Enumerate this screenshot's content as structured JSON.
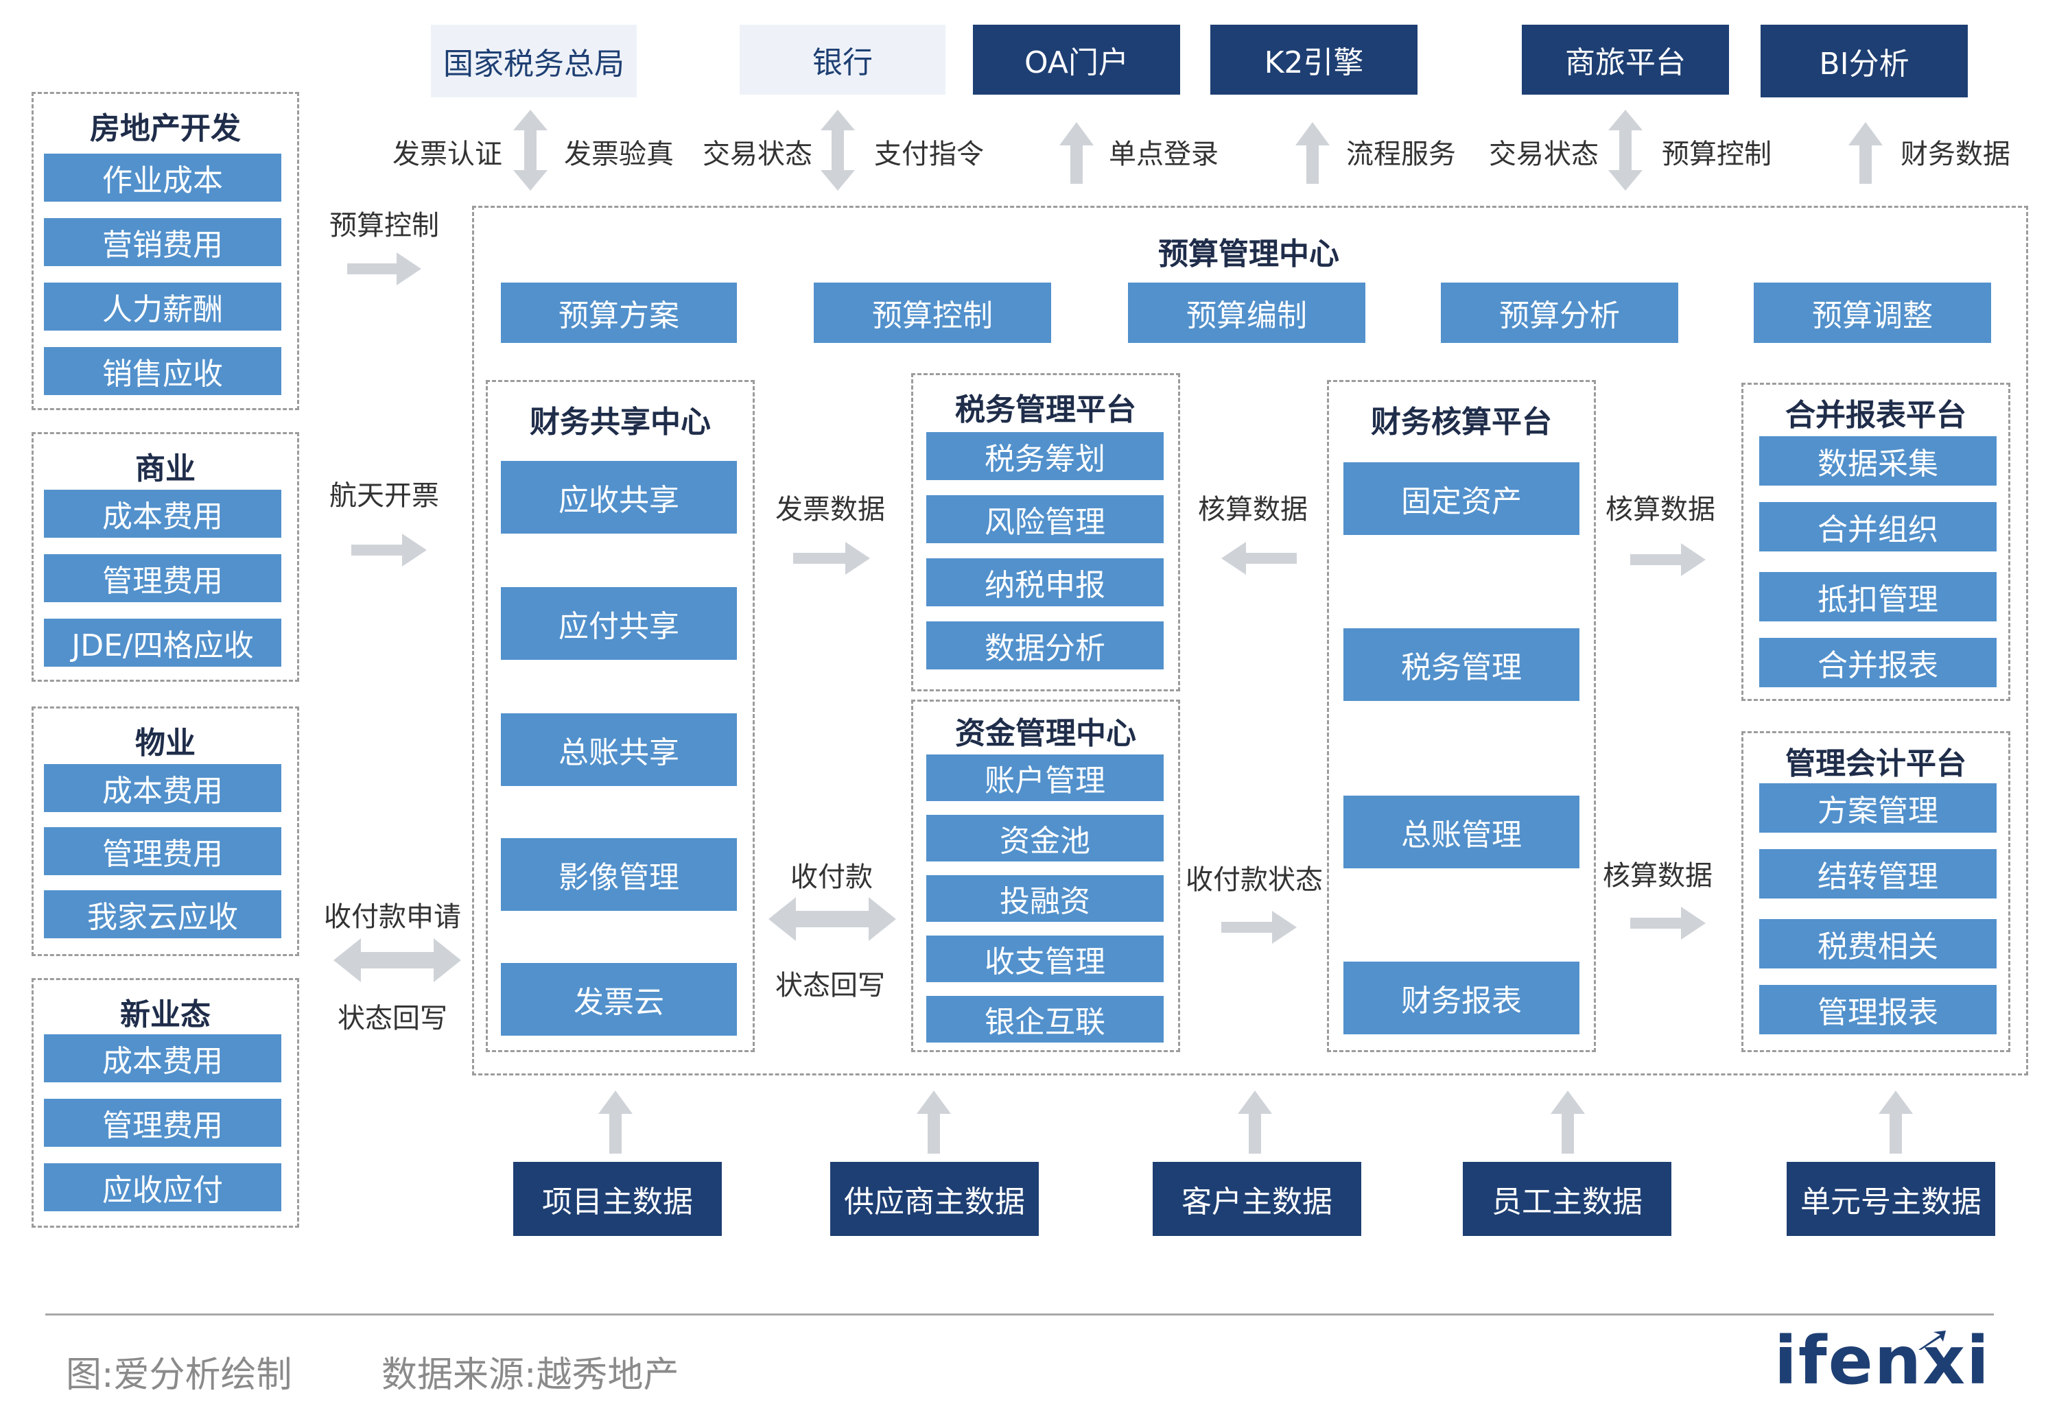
{
  "external": [
    "国家税务总局",
    "银行",
    "OA门户",
    "K2引擎",
    "商旅平台",
    "BI分析"
  ],
  "top_labels": [
    "发票认证",
    "发票验真",
    "交易状态",
    "支付指令",
    "单点登录",
    "流程服务",
    "交易状态",
    "预算控制",
    "财务数据"
  ],
  "left_groups": [
    {
      "title": "房地产开发",
      "items": [
        "作业成本",
        "营销费用",
        "人力薪酬",
        "销售应收"
      ]
    },
    {
      "title": "商业",
      "items": [
        "成本费用",
        "管理费用",
        "JDE/四格应收"
      ]
    },
    {
      "title": "物业",
      "items": [
        "成本费用",
        "管理费用",
        "我家云应收"
      ]
    },
    {
      "title": "新业态",
      "items": [
        "成本费用",
        "管理费用",
        "应收应付"
      ]
    }
  ],
  "left_labels": [
    "预算控制",
    "航天开票",
    "收付款申请",
    "状态回写"
  ],
  "budget_center": {
    "title": "预算管理中心",
    "items": [
      "预算方案",
      "预算控制",
      "预算编制",
      "预算分析",
      "预算调整"
    ]
  },
  "shared_center": {
    "title": "财务共享中心",
    "items": [
      "应收共享",
      "应付共享",
      "总账共享",
      "影像管理",
      "发票云"
    ]
  },
  "tax_platform": {
    "title": "税务管理平台",
    "items": [
      "税务筹划",
      "风险管理",
      "纳税申报",
      "数据分析"
    ]
  },
  "fund_center": {
    "title": "资金管理中心",
    "items": [
      "账户管理",
      "资金池",
      "投融资",
      "收支管理",
      "银企互联"
    ]
  },
  "accounting_platform": {
    "title": "财务核算平台",
    "items": [
      "固定资产",
      "税务管理",
      "总账管理",
      "财务报表"
    ]
  },
  "consolidation_platform": {
    "title": "合并报表平台",
    "items": [
      "数据采集",
      "合并组织",
      "抵扣管理",
      "合并报表"
    ]
  },
  "mgmt_accounting_platform": {
    "title": "管理会计平台",
    "items": [
      "方案管理",
      "结转管理",
      "税费相关",
      "管理报表"
    ]
  },
  "mid_labels": [
    "发票数据",
    "核算数据",
    "核算数据",
    "收付款",
    "状态回写",
    "收付款状态",
    "核算数据"
  ],
  "master_data": [
    "项目主数据",
    "供应商主数据",
    "客户主数据",
    "员工主数据",
    "单元号主数据"
  ],
  "footer": {
    "source_left": "图:爱分析绘制",
    "source_right": "数据来源:越秀地产",
    "logo": "ifenxi"
  },
  "colors": {
    "light_box": "#5291cc",
    "dark_box": "#1e3f73",
    "pale_box": "#eef2f8",
    "arrow": "#cfd3d8"
  }
}
